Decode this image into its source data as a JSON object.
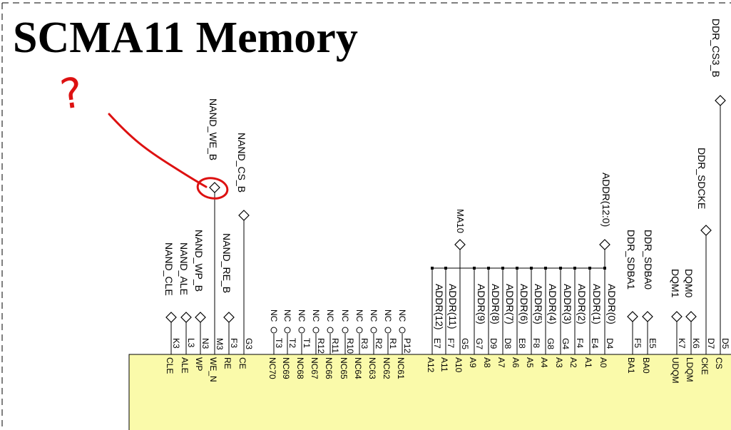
{
  "title": "SCMA11 Memory",
  "annotation": {
    "text": "?"
  },
  "chip": {
    "fill": "#fafaaa"
  },
  "nand_signals": [
    {
      "net": "NAND_CLE",
      "ball": "K3",
      "pin": "CLE"
    },
    {
      "net": "NAND_ALE",
      "ball": "L3",
      "pin": "ALE"
    },
    {
      "net": "NAND_WP_B",
      "ball": "N3",
      "pin": "WP"
    },
    {
      "net": "NAND_WE_B",
      "ball": "M3",
      "pin": "WE_N"
    },
    {
      "net": "NAND_RE_B",
      "ball": "F3",
      "pin": "RE"
    },
    {
      "net": "NAND_CS_B",
      "ball": "G3",
      "pin": "CE"
    }
  ],
  "nc_pins": [
    {
      "ball": "T3",
      "pin": "NC70"
    },
    {
      "ball": "T2",
      "pin": "NC69"
    },
    {
      "ball": "T1",
      "pin": "NC68"
    },
    {
      "ball": "R12",
      "pin": "NC67"
    },
    {
      "ball": "R11",
      "pin": "NC66"
    },
    {
      "ball": "R10",
      "pin": "NC65"
    },
    {
      "ball": "R3",
      "pin": "NC64"
    },
    {
      "ball": "R2",
      "pin": "NC63"
    },
    {
      "ball": "R1",
      "pin": "NC62"
    },
    {
      "ball": "P12",
      "pin": "NC61"
    }
  ],
  "nc_label": "NC",
  "bus": {
    "net": "ADDR(12:0)",
    "ma10": "MA10"
  },
  "addr_pins": [
    {
      "net": "ADDR(12)",
      "ball": "E7",
      "pin": "A12"
    },
    {
      "net": "ADDR(11)",
      "ball": "F7",
      "pin": "A11"
    },
    {
      "net": "",
      "ball": "G5",
      "pin": "A10"
    },
    {
      "net": "ADDR(9)",
      "ball": "G7",
      "pin": "A9"
    },
    {
      "net": "ADDR(8)",
      "ball": "D9",
      "pin": "A8"
    },
    {
      "net": "ADDR(7)",
      "ball": "D8",
      "pin": "A7"
    },
    {
      "net": "ADDR(6)",
      "ball": "E8",
      "pin": "A6"
    },
    {
      "net": "ADDR(5)",
      "ball": "F8",
      "pin": "A5"
    },
    {
      "net": "ADDR(4)",
      "ball": "G8",
      "pin": "A4"
    },
    {
      "net": "ADDR(3)",
      "ball": "G4",
      "pin": "A3"
    },
    {
      "net": "ADDR(2)",
      "ball": "F4",
      "pin": "A2"
    },
    {
      "net": "ADDR(1)",
      "ball": "E4",
      "pin": "A1"
    },
    {
      "net": "ADDR(0)",
      "ball": "D4",
      "pin": "A0"
    }
  ],
  "ddr_pins": [
    {
      "net": "DDR_SDBA1",
      "ball": "F5",
      "pin": "BA1"
    },
    {
      "net": "DDR_SDBA0",
      "ball": "E5",
      "pin": "BA0"
    },
    {
      "net": "DQM1",
      "ball": "K7",
      "pin": "UDQM"
    },
    {
      "net": "DQM0",
      "ball": "K6",
      "pin": "LDQM"
    },
    {
      "net": "DDR_SDCKE",
      "ball": "D7",
      "pin": "CKE"
    },
    {
      "net": "DDR_CS3_B",
      "ball": "D5",
      "pin": "CS"
    }
  ]
}
